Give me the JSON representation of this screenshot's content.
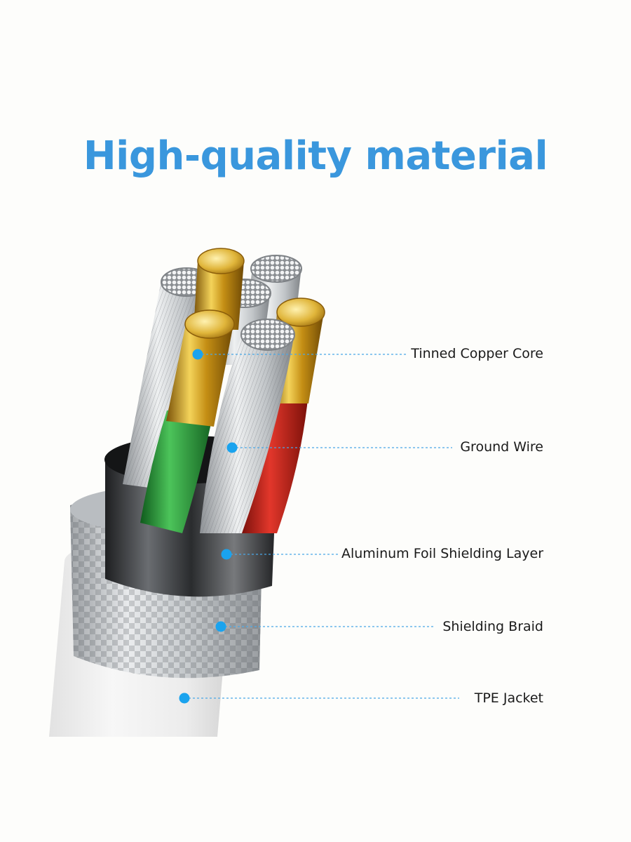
{
  "headline": "High-quality material",
  "callouts": [
    {
      "label": "Tinned Copper Core"
    },
    {
      "label": "Ground Wire"
    },
    {
      "label": "Aluminum Foil Shielding Layer"
    },
    {
      "label": "Shielding Braid"
    },
    {
      "label": "TPE Jacket"
    }
  ],
  "colors": {
    "headline": "#3a97dd",
    "callout_dot": "#1aa3ee",
    "callout_line": "#49a7e6",
    "label_text": "#1a1a1a",
    "background": "#fdfdfb",
    "gold": "#d6a21c",
    "green_insulation": "#2e9a3c",
    "red_insulation": "#c8281e",
    "aluminum": "#cfd3d6",
    "foil_dark": "#3a3c3f",
    "jacket": "#eeeeee"
  }
}
